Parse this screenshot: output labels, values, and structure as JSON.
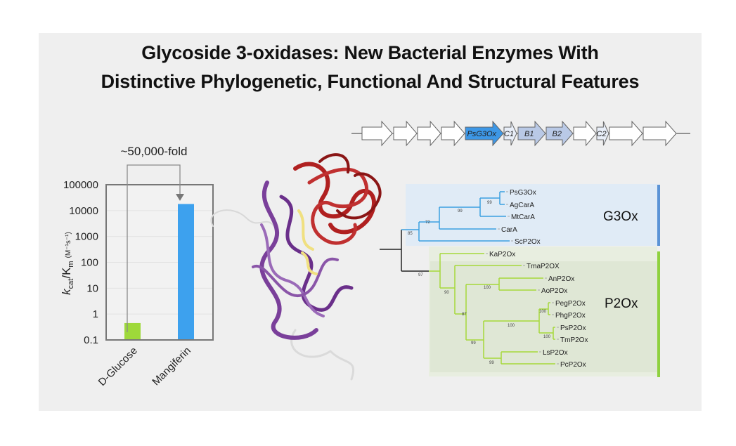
{
  "title": {
    "line1": "Glycoside 3-oxidases: New Bacterial Enzymes With",
    "line2": "Distinctive Phylogenetic, Functional And Structural Features"
  },
  "gene_cluster": {
    "genes": [
      {
        "label": "",
        "color": "#ffffff"
      },
      {
        "label": "",
        "color": "#ffffff"
      },
      {
        "label": "",
        "color": "#ffffff"
      },
      {
        "label": "",
        "color": "#ffffff"
      },
      {
        "label": "PsG3Ox",
        "color": "#3d97e6"
      },
      {
        "label": "C1",
        "color": "#e8eef8"
      },
      {
        "label": "B1",
        "color": "#b9c9e6"
      },
      {
        "label": "B2",
        "color": "#b9c9e6"
      },
      {
        "label": "",
        "color": "#ffffff"
      },
      {
        "label": "C2",
        "color": "#e8eef8"
      },
      {
        "label": "",
        "color": "#ffffff"
      },
      {
        "label": "",
        "color": "#ffffff"
      }
    ]
  },
  "chart_data": {
    "type": "bar",
    "categories": [
      "D-Glucose",
      "Mangiferin"
    ],
    "values": [
      0.45,
      18000
    ],
    "colors": [
      "#9ed93a",
      "#3da1ee"
    ],
    "ylabel_main": "k",
    "ylabel_sub1": "cat",
    "ylabel_mid": "/K",
    "ylabel_sub2": "m",
    "ylabel_units": "(M⁻¹s⁻¹)",
    "yscale": "log",
    "ylim": [
      0.1,
      100000
    ],
    "yticks": [
      "100000",
      "10000",
      "1000",
      "100",
      "10",
      "1",
      "0.1"
    ],
    "annotation": "~50,000-fold",
    "grid": true
  },
  "tree": {
    "clades": [
      {
        "name": "G3Ox",
        "color": "#4a90d9"
      },
      {
        "name": "P2Ox",
        "color": "#8fd13f"
      }
    ],
    "leaves": [
      "PsG3Ox",
      "AgCarA",
      "MtCarA",
      "CarA",
      "ScP2Ox",
      "KaP2Ox",
      "TmaP2OX",
      "AnP2Ox",
      "AoP2Ox",
      "PegP2Ox",
      "PhgP2Ox",
      "PsP2Ox",
      "TmP2Ox",
      "LsP2Ox",
      "PcP2Ox"
    ],
    "bootstrap": [
      "85",
      "72",
      "99",
      "99",
      "97",
      "90",
      "87",
      "100",
      "99",
      "100",
      "100",
      "100",
      "99"
    ]
  }
}
